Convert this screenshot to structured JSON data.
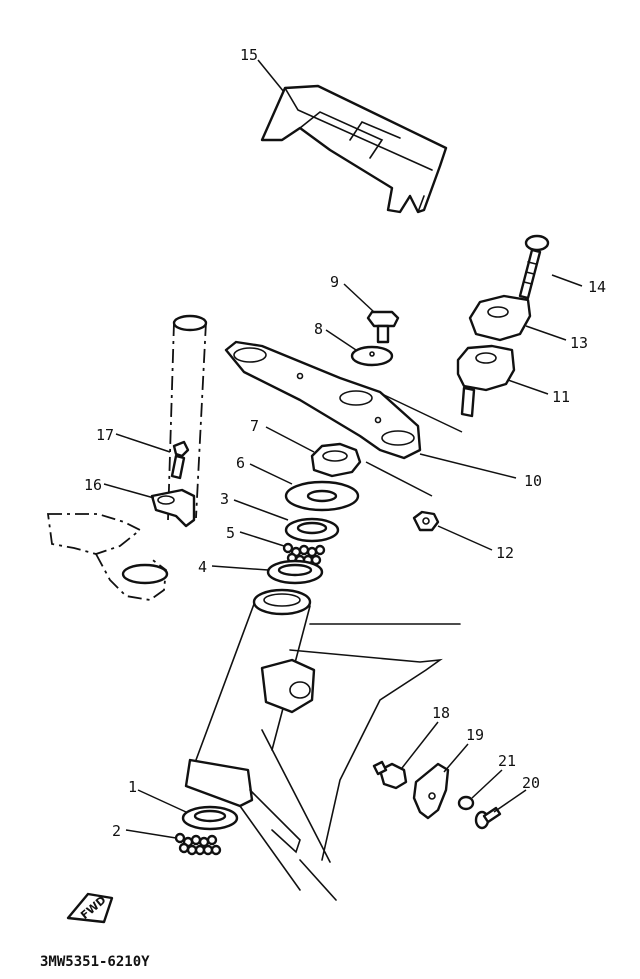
{
  "callouts": [
    {
      "id": "c1",
      "label": "1"
    },
    {
      "id": "c2",
      "label": "2"
    },
    {
      "id": "c3",
      "label": "3"
    },
    {
      "id": "c4",
      "label": "4"
    },
    {
      "id": "c5",
      "label": "5"
    },
    {
      "id": "c6",
      "label": "6"
    },
    {
      "id": "c7",
      "label": "7"
    },
    {
      "id": "c8",
      "label": "8"
    },
    {
      "id": "c9",
      "label": "9"
    },
    {
      "id": "c10",
      "label": "10"
    },
    {
      "id": "c11",
      "label": "11"
    },
    {
      "id": "c12",
      "label": "12"
    },
    {
      "id": "c13",
      "label": "13"
    },
    {
      "id": "c14",
      "label": "14"
    },
    {
      "id": "c15",
      "label": "15"
    },
    {
      "id": "c16",
      "label": "16"
    },
    {
      "id": "c17",
      "label": "17"
    },
    {
      "id": "c18",
      "label": "18"
    },
    {
      "id": "c19",
      "label": "19"
    },
    {
      "id": "c20",
      "label": "20"
    },
    {
      "id": "c21",
      "label": "21"
    }
  ],
  "fwd_label": "FWD",
  "drawing_code": "3MW5351-6210Y"
}
